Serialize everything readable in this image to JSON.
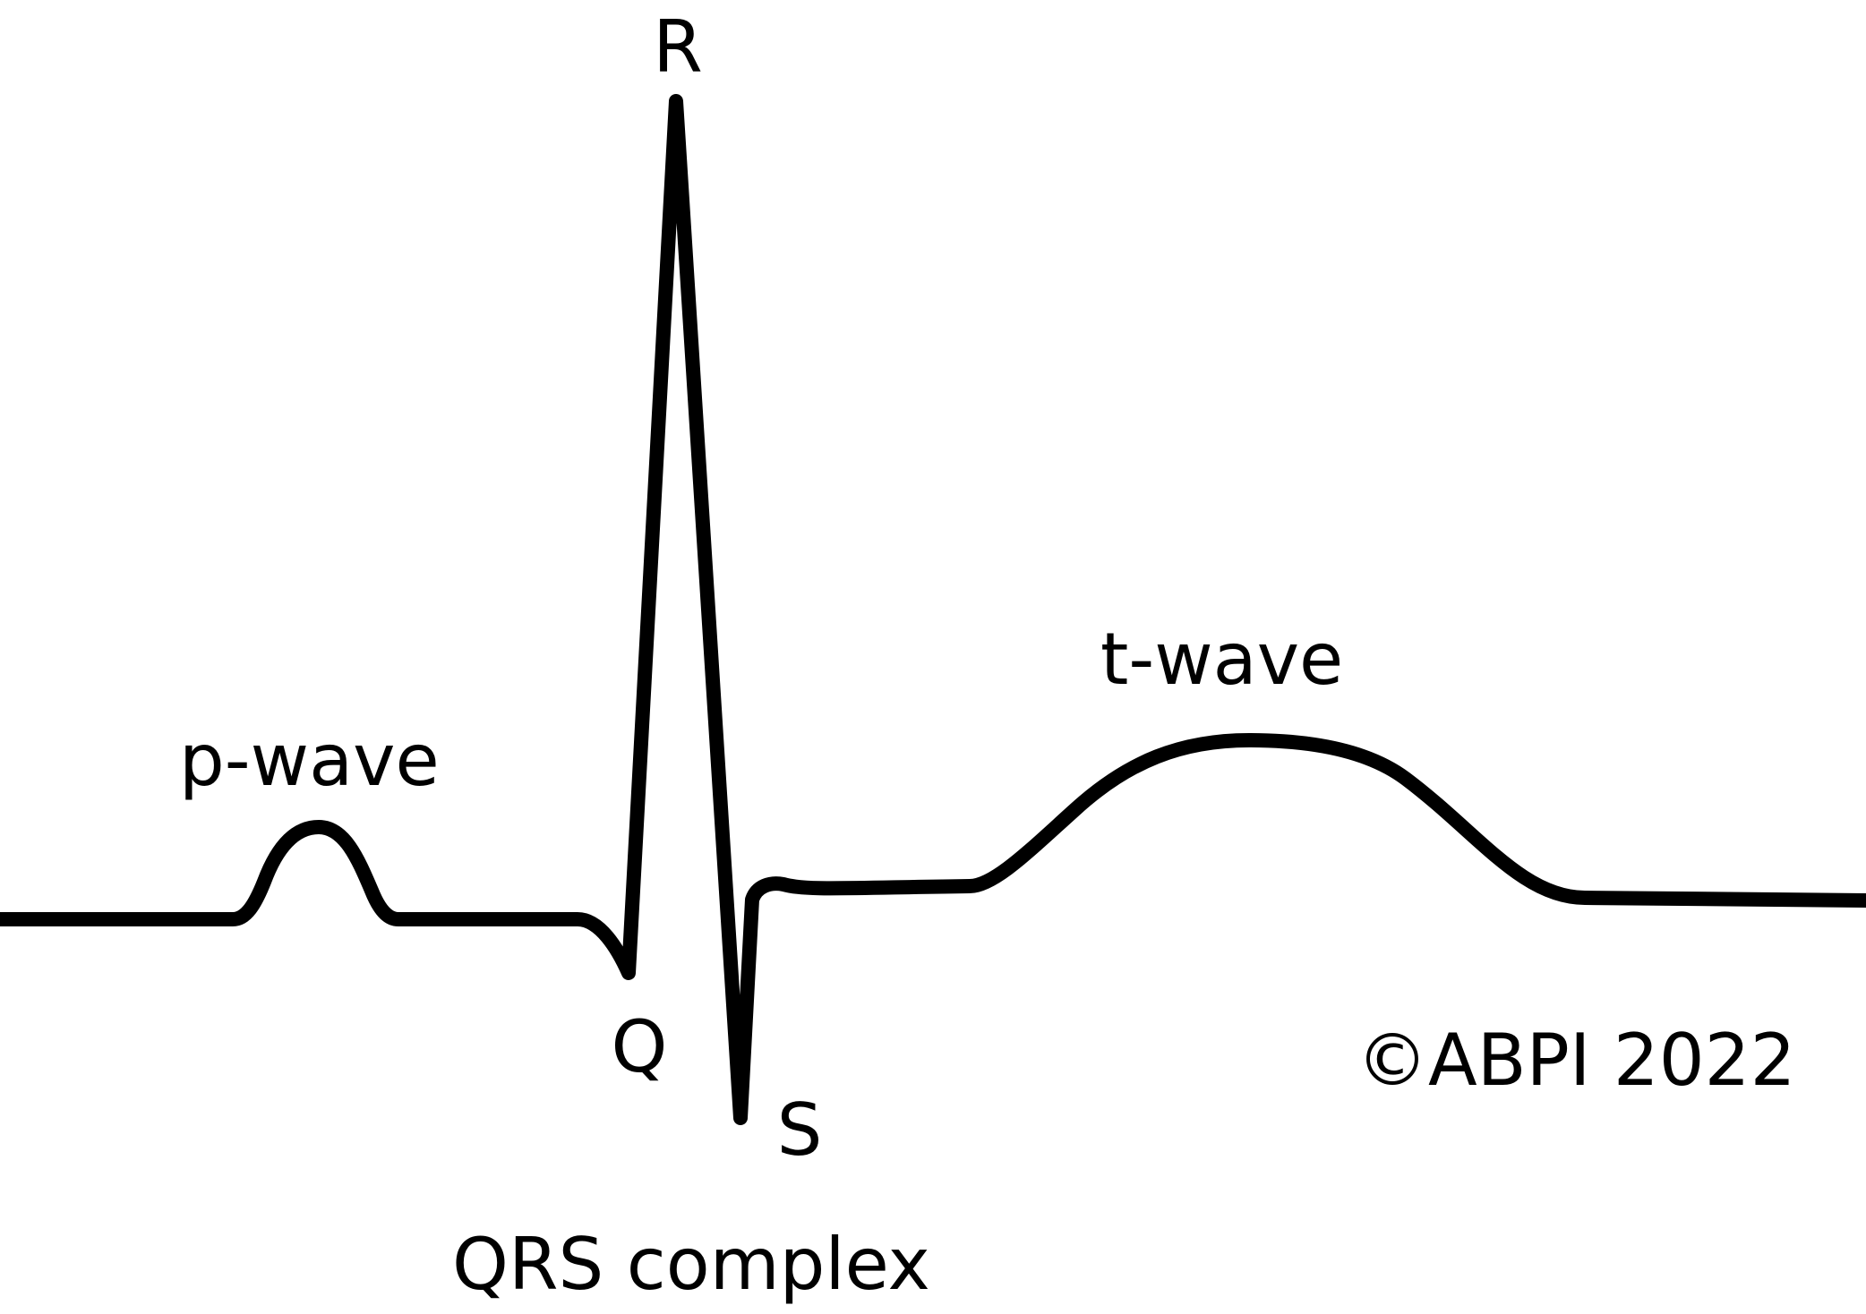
{
  "diagram": {
    "labels": {
      "r": "R",
      "q": "Q",
      "s": "S",
      "p_wave": "p-wave",
      "t_wave": "t-wave",
      "qrs_complex": "QRS complex"
    },
    "copyright": "©ABPI 2022",
    "colors": {
      "trace": "#000000",
      "background": "#ffffff"
    }
  }
}
